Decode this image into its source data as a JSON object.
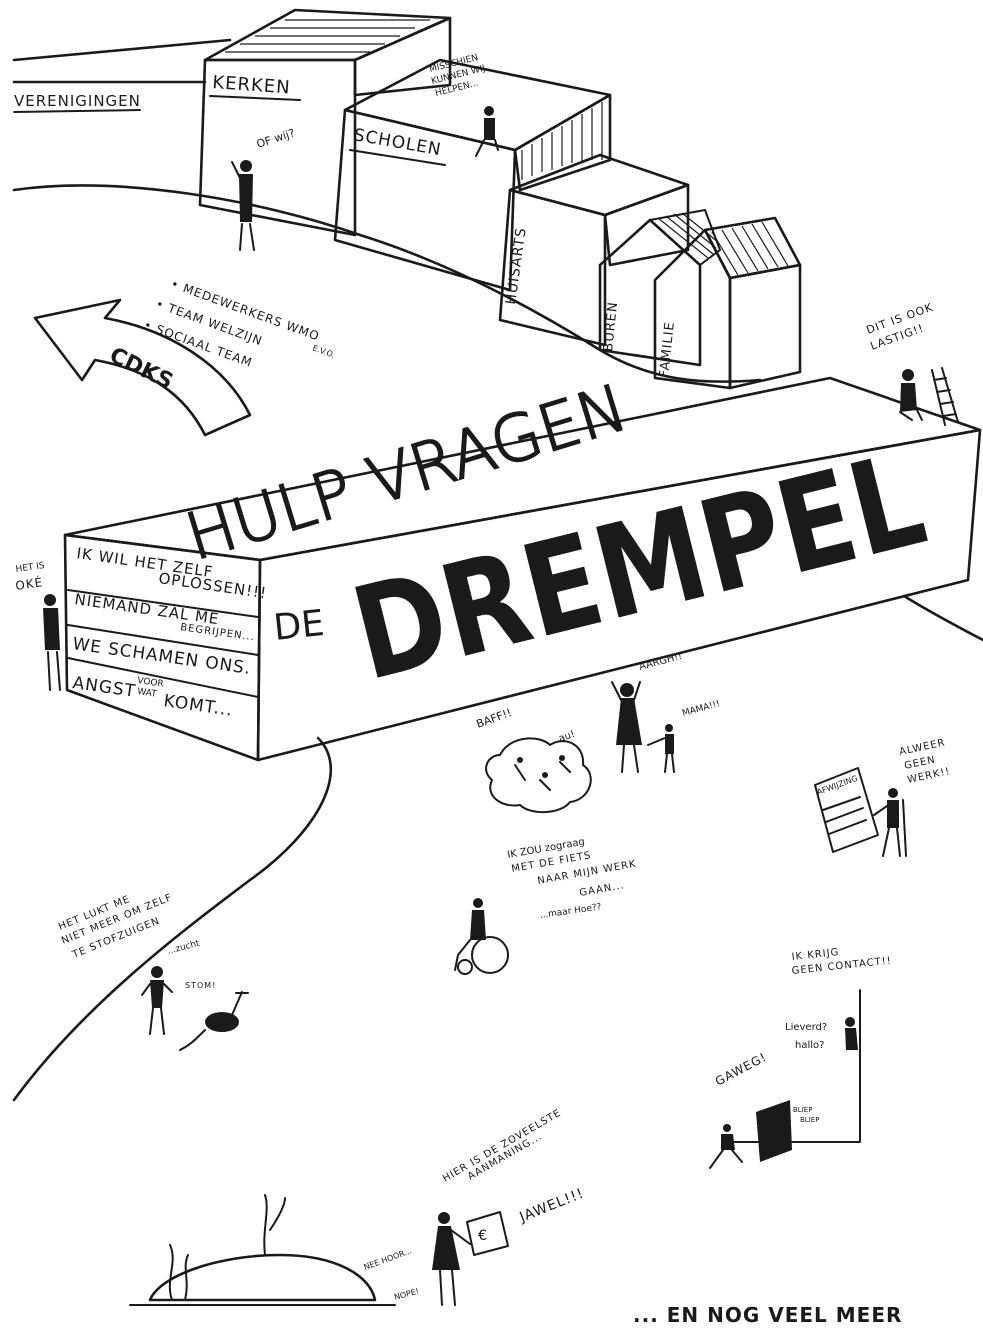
{
  "buildings": {
    "verenigingen": "VERENIGINGEN",
    "kerken": "KERKEN",
    "scholen": "SCHOLEN",
    "huisarts": "HUISARTS",
    "buren": "BUREN",
    "familie": "FAMILIE"
  },
  "speech": {
    "of_wij": "OF wij?",
    "misschien": [
      "MISSCHIEN",
      "KUNNEN WIJ",
      "HELPEN..."
    ],
    "dit_is_ook": [
      "DIT IS OOK",
      "LASTIG!!"
    ],
    "het_is_oke": [
      "HET IS",
      "OKÉ"
    ],
    "baff": "BAFF!!",
    "au": "au!",
    "aargh": "AARGH!!",
    "mama": "MAMA!!!",
    "alweer": [
      "ALWEER",
      "GEEN",
      "WERK!!"
    ],
    "afwijzing": "AFWIJZING",
    "fiets": [
      "IK ZOU zograag",
      "MET DE FIETS",
      "NAAR MIJN WERK",
      "GAAN..."
    ],
    "maar_hoe": "...maar Hoe??",
    "stofzuigen": [
      "HET LUKT ME",
      "NIET MEER OM ZELF",
      "TE STOFZUIGEN"
    ],
    "zucht": "...zucht",
    "stom": "STOM!",
    "contact": [
      "IK KRIJG",
      "GEEN CONTACT!!"
    ],
    "lieverd": "Lieverd?",
    "hallo": "hallo?",
    "gaweg": "GAWEG!",
    "bliep": [
      "BLIEP",
      "BLIEP"
    ],
    "aanmaning": [
      "HIER IS DE ZOVEELSTE",
      "AANMANING..."
    ],
    "jawel": "JAWEL!!!",
    "euro": "€",
    "nee_hoor": "NEE HOOR...",
    "nope": "NOPE!"
  },
  "arrow": {
    "label": "CDKS",
    "items": [
      "• MEDEWERKERS WMO",
      "• TEAM WELZIJN",
      "• SOCIAAL TEAM"
    ],
    "suffix": "E.V.O."
  },
  "beam": {
    "top_text": "HULP VRAGEN",
    "front_small": "DE",
    "front_big": "DREMPEL",
    "side_lines": [
      "IK WIL HET ZELF",
      "OPLOSSEN!!!",
      "NIEMAND ZAL ME",
      "BEGRIJPEN...",
      "WE SCHAMEN ONS.",
      "ANGST",
      "VOOR",
      "WAT",
      "KOMT..."
    ]
  },
  "footer": {
    "text": "... EN NOG VEEL MEER"
  }
}
